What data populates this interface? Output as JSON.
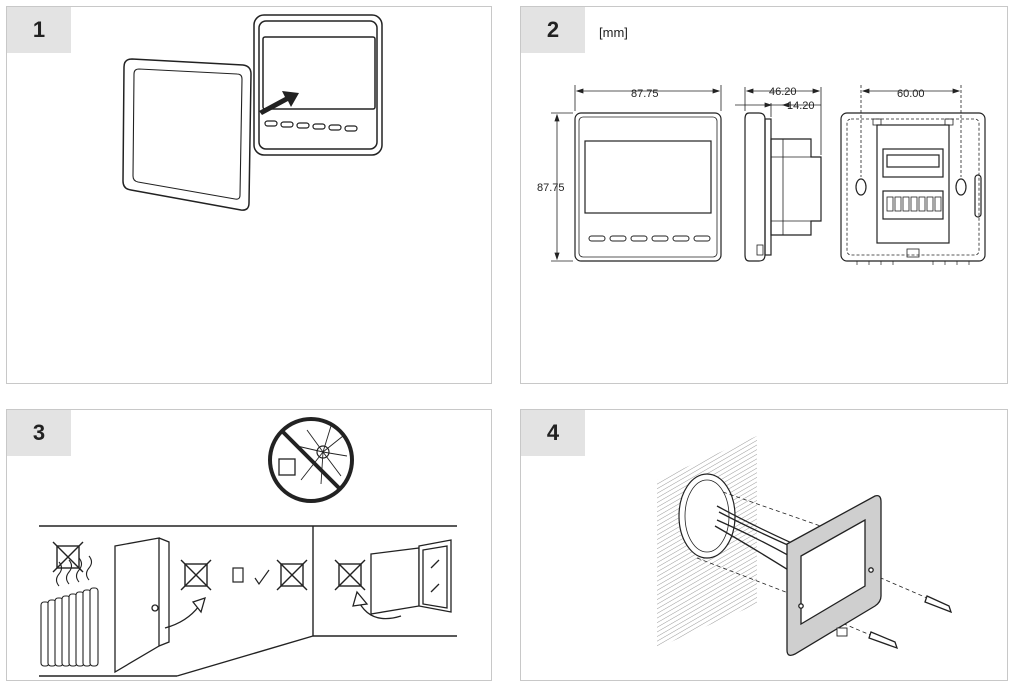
{
  "panels": [
    {
      "badge": "1"
    },
    {
      "badge": "2",
      "unit": "[mm]",
      "dimensions": {
        "front_width": "87.75",
        "front_height": "87.75",
        "side_depth": "46.20",
        "side_plate": "14.20",
        "back_hole_spacing": "60.00"
      }
    },
    {
      "badge": "3"
    },
    {
      "badge": "4"
    }
  ],
  "colors": {
    "line": "#222222",
    "badge_bg": "#e3e3e3",
    "border": "#c8c8c8"
  }
}
